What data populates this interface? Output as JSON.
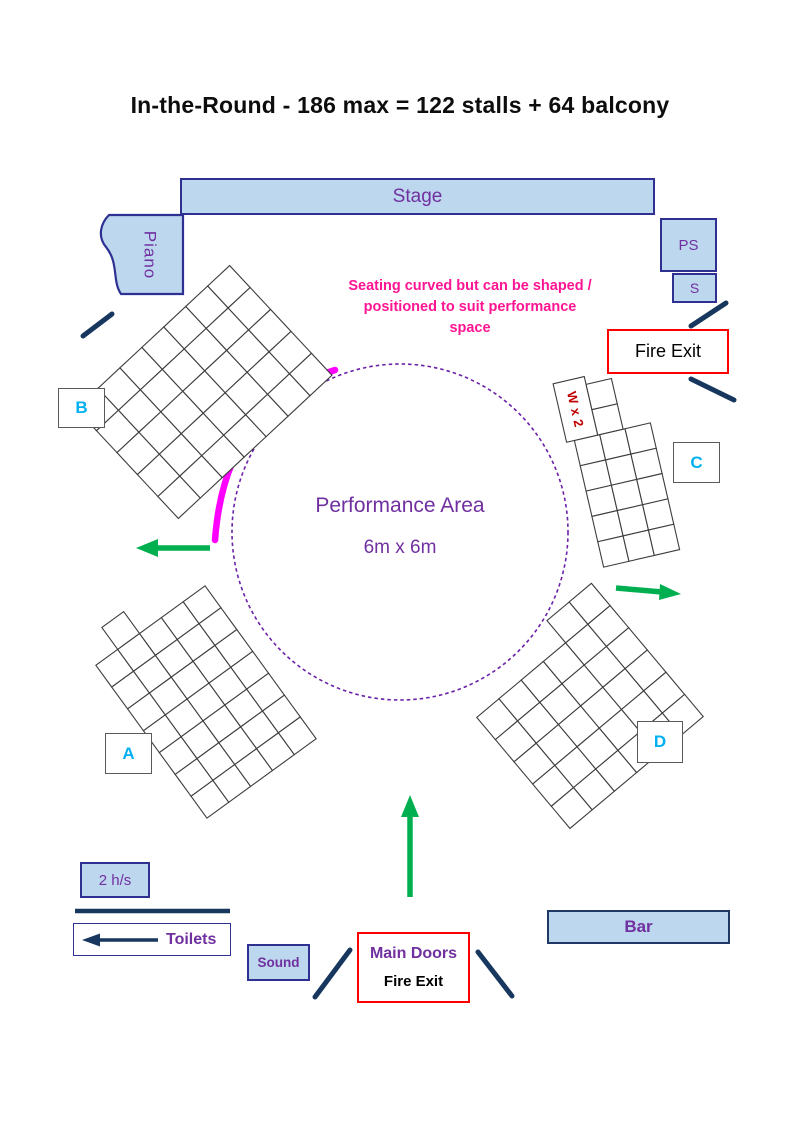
{
  "title": "In-the-Round - 186 max = 122 stalls + 64 balcony",
  "stage": {
    "label": "Stage"
  },
  "piano": {
    "label": "Piano"
  },
  "ps_box": {
    "label": "PS"
  },
  "s_box": {
    "label": "S"
  },
  "fire_exit_top": {
    "label": "Fire Exit"
  },
  "annotation": {
    "line1": "Seating curved but can be shaped /",
    "line2": "positioned to suit performance",
    "line3": "space"
  },
  "performance_area": {
    "title": "Performance Area",
    "size": "6m x 6m"
  },
  "seating_blocks": [
    {
      "id": "A",
      "label": "A",
      "cols": 5,
      "rows": 7,
      "extra": [
        [
          1,
          -1
        ]
      ]
    },
    {
      "id": "B",
      "label": "B",
      "cols": 7,
      "rows": 5,
      "extra": []
    },
    {
      "id": "C",
      "label": "C",
      "cols": 3,
      "rows": 5,
      "extra": [],
      "wheelchair_label": "W x 2"
    },
    {
      "id": "D",
      "label": "D",
      "cols": 6,
      "rows": 5,
      "extra": [
        [
          4,
          -1
        ],
        [
          5,
          -1
        ]
      ]
    }
  ],
  "bottom": {
    "hs_label": "2 h/s",
    "toilets_label": "Toilets",
    "sound_label": "Sound",
    "main_doors_label": "Main Doors",
    "fire_exit_label": "Fire Exit",
    "bar_label": "Bar"
  },
  "colors": {
    "light_blue": "#BDD7EE",
    "box_border_blue": "#2E3192",
    "navy_line": "#17375E",
    "purple": "#7030A0",
    "cyan": "#00B0F0",
    "red": "#FF0000",
    "wheelchair_red": "#C00000",
    "green": "#00B050",
    "magenta": "#FF00FF",
    "pink": "#FF1493",
    "grid_line": "#3D3D3D"
  }
}
